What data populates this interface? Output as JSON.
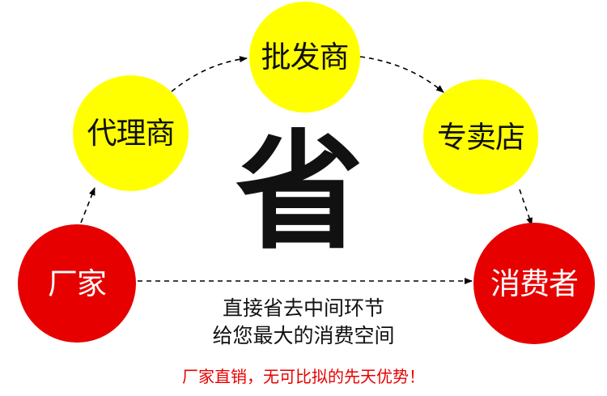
{
  "nodes": {
    "manufacturer": "厂家",
    "agent": "代理商",
    "wholesaler": "批发商",
    "store": "专卖店",
    "consumer": "消费者"
  },
  "center_char": "省",
  "caption": {
    "line1": "直接省去中间环节",
    "line2": "给您最大的消费空间"
  },
  "slogan": "厂家直销，无可比拟的先天优势！",
  "colors": {
    "yellow_node": "#ffff00",
    "red_node": "#e60000",
    "slogan_text": "#e60000",
    "arrow": "#000000"
  }
}
